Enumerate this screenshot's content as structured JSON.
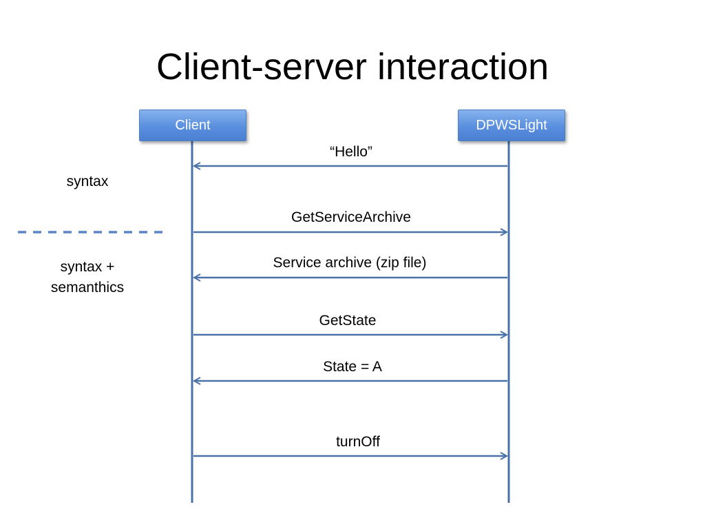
{
  "title": "Client-server interaction",
  "lifelines": {
    "client": "Client",
    "server": "DPWSLight"
  },
  "messages": [
    {
      "text": "“Hello”",
      "from": "DPWSLight",
      "to": "Client"
    },
    {
      "text": "GetServiceArchive",
      "from": "Client",
      "to": "DPWSLight"
    },
    {
      "text": "Service archive (zip file)",
      "from": "DPWSLight",
      "to": "Client"
    },
    {
      "text": "GetState",
      "from": "Client",
      "to": "DPWSLight"
    },
    {
      "text": "State = A",
      "from": "DPWSLight",
      "to": "Client"
    },
    {
      "text": "turnOff",
      "from": "Client",
      "to": "DPWSLight"
    }
  ],
  "phases": {
    "syntax": "syntax",
    "syntax_semantics": "syntax +\nsemanthics"
  },
  "colors": {
    "line": "#4a72a8",
    "divider": "#5b86c5"
  }
}
